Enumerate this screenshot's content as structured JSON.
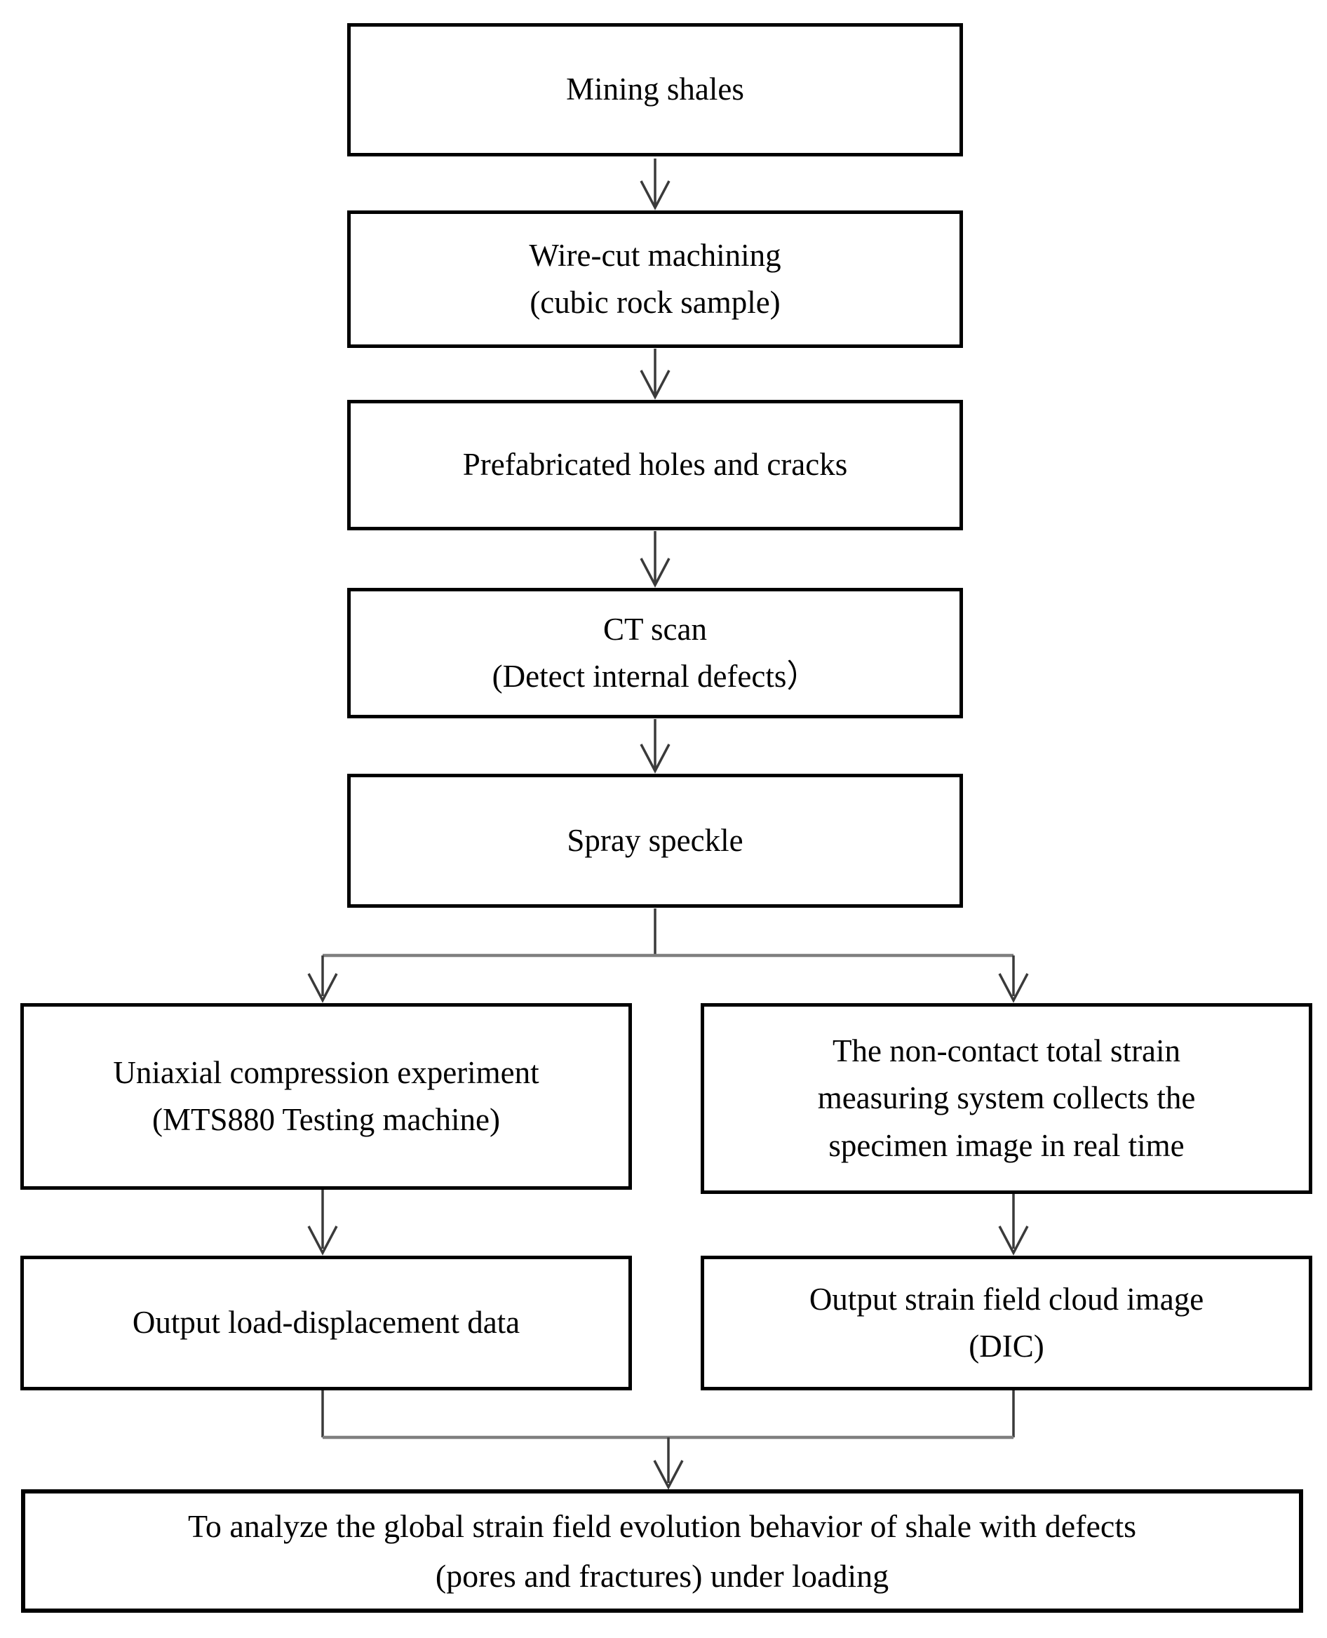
{
  "figure": {
    "type": "flowchart",
    "title": "Experimental procedure flowchart for shale strain-field study",
    "nodes": {
      "mining": {
        "label": "Mining shales"
      },
      "wirecut": {
        "label": "Wire-cut machining\n(cubic rock sample)"
      },
      "prefab": {
        "label": "Prefabricated holes and cracks"
      },
      "ctscan": {
        "label": "CT scan\n(Detect internal defects）"
      },
      "speckle": {
        "label": "Spray speckle"
      },
      "uniaxial": {
        "label": "Uniaxial compression experiment\n(MTS880 Testing machine)"
      },
      "noncontact": {
        "label": "The non-contact total strain\nmeasuring system collects the\nspecimen image in real time"
      },
      "loaddata": {
        "label": "Output load-displacement data"
      },
      "dic": {
        "label": "Output strain field cloud image\n(DIC)"
      },
      "final": {
        "label": "To analyze the global strain field evolution behavior of shale with defects\n(pores and fractures) under loading"
      }
    },
    "edges": [
      {
        "from": "mining",
        "to": "wirecut"
      },
      {
        "from": "wirecut",
        "to": "prefab"
      },
      {
        "from": "prefab",
        "to": "ctscan"
      },
      {
        "from": "ctscan",
        "to": "speckle"
      },
      {
        "from": "speckle",
        "to": "uniaxial"
      },
      {
        "from": "speckle",
        "to": "noncontact"
      },
      {
        "from": "uniaxial",
        "to": "loaddata"
      },
      {
        "from": "noncontact",
        "to": "dic"
      },
      {
        "from": "loaddata",
        "to": "final"
      },
      {
        "from": "dic",
        "to": "final"
      }
    ],
    "colors": {
      "box_border": "#000000",
      "text": "#000000",
      "connector_dark": "#3a3a3a",
      "connector_light": "#7f7f7f",
      "background": "#ffffff"
    }
  }
}
